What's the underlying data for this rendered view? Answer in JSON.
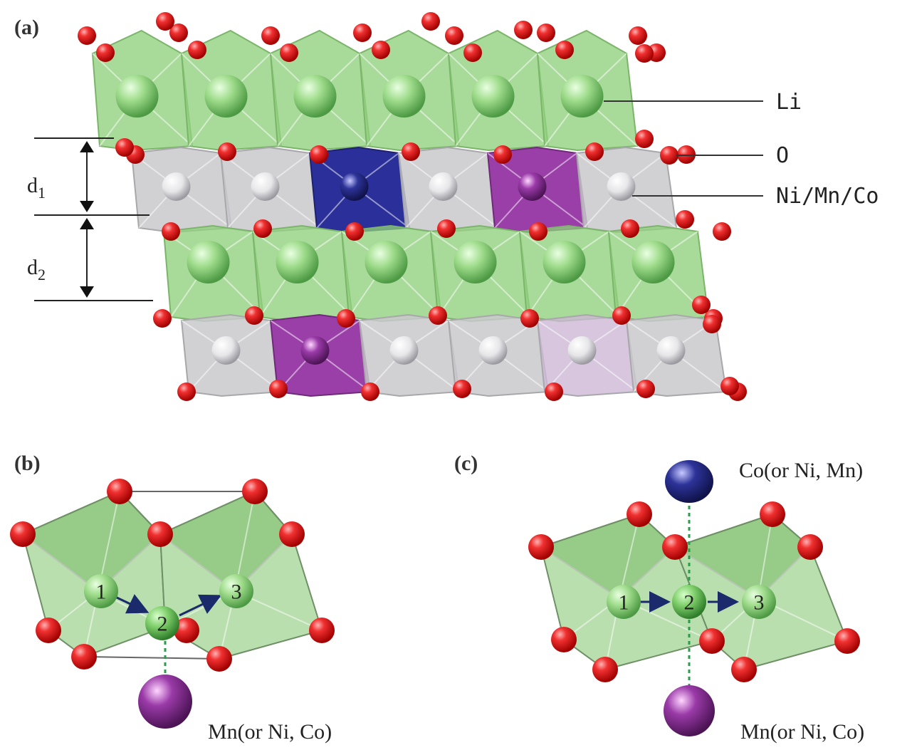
{
  "panels": {
    "a": {
      "label": "(a)",
      "legend": {
        "li": "Li",
        "o": "O",
        "tm": "Ni/Mn/Co"
      },
      "dims": {
        "d1_base": "d",
        "d1_sub": "1",
        "d2_base": "d",
        "d2_sub": "2"
      }
    },
    "b": {
      "label": "(b)",
      "sites": [
        "1",
        "2",
        "3"
      ],
      "cation_label": "Mn(or Ni, Co)"
    },
    "c": {
      "label": "(c)",
      "sites": [
        "1",
        "2",
        "3"
      ],
      "top_cation_label": "Co(or Ni, Mn)",
      "bottom_cation_label": "Mn(or Ni, Co)"
    }
  },
  "colors": {
    "li_layer": "#8fd07c",
    "tm_layer": "#c9c9cc",
    "oxygen": "#e01515",
    "co_highlight": "#2a2f99",
    "mn_highlight": "#9a3ea8"
  }
}
